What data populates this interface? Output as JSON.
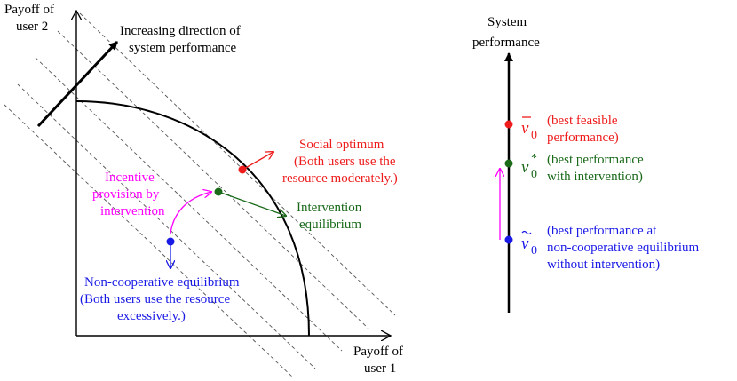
{
  "left_panel": {
    "y_axis_label": [
      "Payoff of",
      "user 2"
    ],
    "x_axis_label": [
      "Payoff of",
      "user 1"
    ],
    "direction_label": [
      "Increasing direction of",
      "system performance"
    ],
    "social_optimum_label": [
      "Social optimum",
      "(Both users use the",
      "resource moderately.)"
    ],
    "intervention_equilibrium_label": [
      "Intervention",
      "equilibrium"
    ],
    "incentive_label": [
      "Incentive",
      "provision by",
      "intervention"
    ],
    "noncooperative_label": [
      "Non-cooperative equilibrium",
      "(Both users use the resource",
      "excessively.)"
    ]
  },
  "right_panel": {
    "axis_title": [
      "System",
      "performance"
    ],
    "best_feasible": {
      "symbol": "v",
      "subscript": "0",
      "description": [
        "(best feasible",
        "performance)"
      ]
    },
    "best_with_intervention": {
      "symbol": "v",
      "subscript": "0",
      "superscript": "*",
      "description": [
        "(best performance",
        "with intervention)"
      ]
    },
    "best_noncooperative": {
      "symbol": "v",
      "subscript": "0",
      "description": [
        "(best performance at",
        "non-cooperative equilibrium",
        "without intervention)"
      ]
    }
  },
  "colors": {
    "red": "#ee1c1c",
    "green": "#1a6a1a",
    "blue": "#1a1ae6",
    "magenta": "#ff00ff",
    "black": "#000000",
    "dash": "#555555"
  }
}
